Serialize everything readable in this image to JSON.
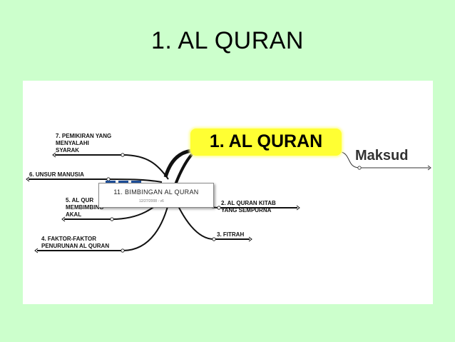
{
  "slide": {
    "title": "1. AL QURAN"
  },
  "mindmap": {
    "central": "1. AL QURAN",
    "maksud": "Maksud",
    "nodes": {
      "n7": "7. PEMIKIRAN YANG\nMENYALAHI\nSYARAK",
      "n6": "6. UNSUR MANUSIA",
      "n5": "5. AL QUR\nMEMBIMBING\nAKAL",
      "n4": "4. FAKTOR-FAKTOR\nPENURUNAN AL QURAN",
      "n2": "2. AL QURAN KITAB\nYANG SEMPURNA",
      "n3": "3. FITRAH"
    },
    "popup": {
      "title": "11. BIMBINGAN AL QURAN",
      "date": "12/27/2008 - v6"
    },
    "colors": {
      "central_fill": "#ffff33",
      "branch": "#111111",
      "popup_dash": "#1f4f99",
      "background": "#ccffcc"
    }
  }
}
